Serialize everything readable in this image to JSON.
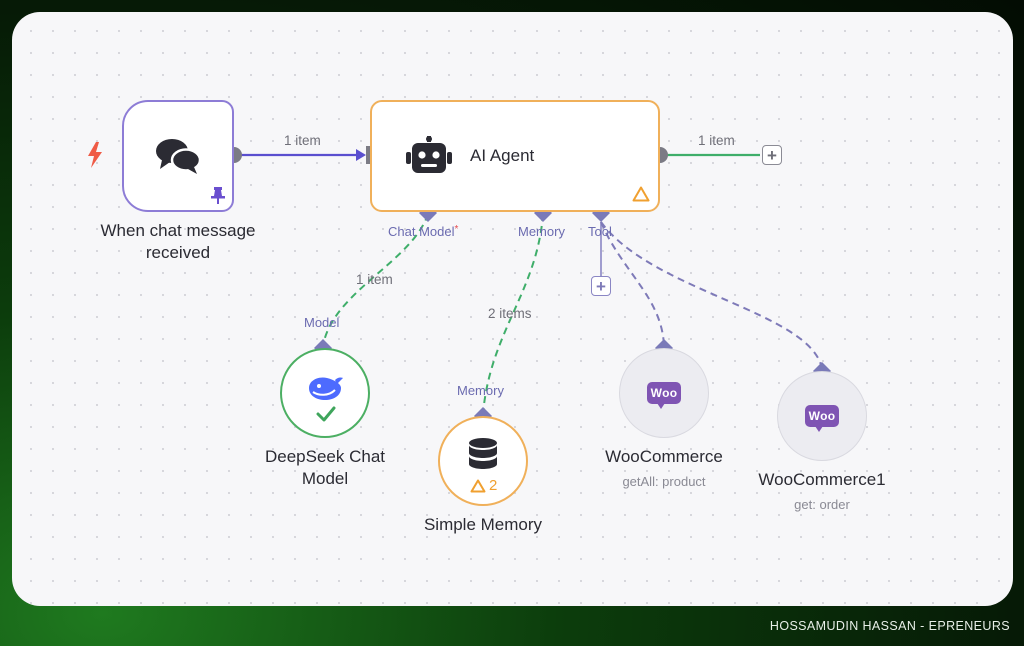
{
  "trigger": {
    "label_line1": "When chat message",
    "label_line2": "received"
  },
  "agent": {
    "title": "AI Agent"
  },
  "edges": {
    "trigger_to_agent": "1 item",
    "agent_output": "1 item",
    "chat_model": "1 item",
    "memory": "2 items"
  },
  "ports": {
    "chat_model": "Chat Model",
    "chat_model_required": "*",
    "memory": "Memory",
    "tool": "Tool",
    "model_in": "Model",
    "memory_in": "Memory"
  },
  "deepseek": {
    "label_line1": "DeepSeek Chat",
    "label_line2": "Model"
  },
  "memory_node": {
    "label": "Simple Memory",
    "warning_count": "2"
  },
  "woo1": {
    "label": "WooCommerce",
    "sublabel": "getAll: product",
    "logo_text": "Woo"
  },
  "woo2": {
    "label": "WooCommerce1",
    "sublabel": "get: order",
    "logo_text": "Woo"
  },
  "footer": {
    "text": "HOSSAMUDIN HASSAN - EPRENEURS"
  },
  "colors": {
    "trigger_border": "#8d7cd6",
    "agent_border": "#f0b05a",
    "success": "#4caf63",
    "woo_purple": "#7f54b3",
    "connection_purple": "#5a4fcf",
    "connection_green": "#3fae6a"
  }
}
